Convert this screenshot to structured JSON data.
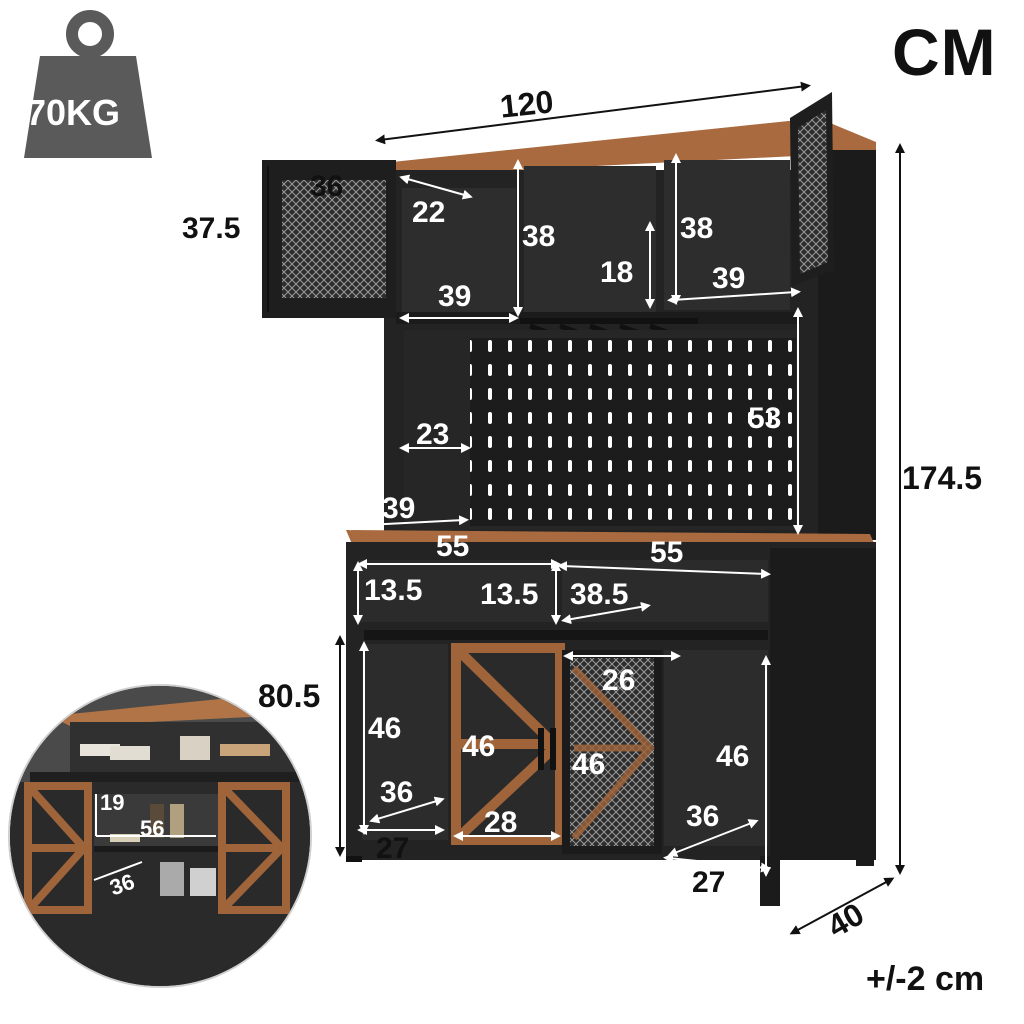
{
  "header": {
    "unit_label": "CM",
    "weight_capacity": "70KG",
    "tolerance": "+/-2 cm"
  },
  "dimensions": {
    "overall_width": "120",
    "overall_height": "174.5",
    "depth": "40",
    "upper_door_width": "36",
    "upper_door_height": "37.5",
    "upper_shelf_depth": "22",
    "upper_left_width": "39",
    "upper_mid_height_left": "38",
    "upper_mid_height_right": "38",
    "glass_rack_gap": "18",
    "upper_right_width": "39",
    "hutch_depth": "23",
    "pegboard_height": "53",
    "counter_depth": "39",
    "counter_left_width": "55",
    "counter_right_width": "55",
    "drawer_height_left": "13.5",
    "drawer_height_mid": "13.5",
    "drawer_depth": "38.5",
    "base_height": "80.5",
    "cabinet_left_height": "46",
    "cabinet_mid_height": "46",
    "cabinet_mesh_height": "46",
    "cabinet_right_height": "46",
    "door_width": "26",
    "left_bay_depth": "36",
    "left_bay_width": "27",
    "mid_bay_width": "28",
    "right_bay_depth": "36",
    "right_bay_width": "27"
  },
  "inset": {
    "shelf_height": "19",
    "inner_width": "56",
    "inner_depth": "36"
  },
  "colors": {
    "frame": "#232323",
    "wood": "#a0643a",
    "weight_icon": "#5a5a5a"
  }
}
